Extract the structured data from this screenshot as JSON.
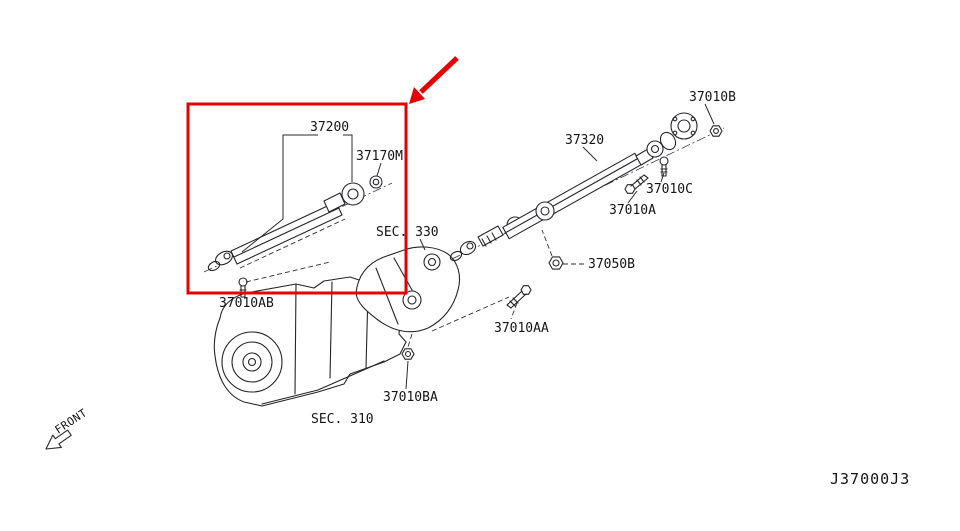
{
  "diagram": {
    "type": "exploded-parts-diagram",
    "subject": "propeller shaft assembly",
    "code": "J37000J3",
    "front_label": "FRONT",
    "sections": {
      "sec330": "SEC. 330",
      "sec310": "SEC. 310"
    },
    "labels": {
      "p37200": "37200",
      "p37170M": "37170M",
      "p37320": "37320",
      "p37010B": "37010B",
      "p37010C": "37010C",
      "p37010A": "37010A",
      "p37050B": "37050B",
      "p37010AB": "37010AB",
      "p37010AA": "37010AA",
      "p37010BA": "37010BA"
    },
    "highlight": {
      "highlighted_part": "37200",
      "color": "#e60000"
    },
    "colors": {
      "line": "#25252a",
      "background": "#ffffff",
      "highlight": "#e60000"
    }
  }
}
